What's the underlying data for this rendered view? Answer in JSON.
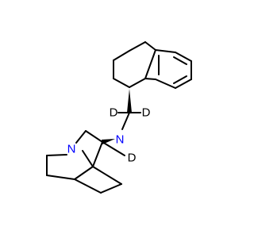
{
  "molecule": {
    "atoms": {
      "amine_nitrogen": "N",
      "bridgehead_nitrogen": "N",
      "deuterium_a": "D",
      "deuterium_b": "D",
      "deuterium_c": "D"
    },
    "colors": {
      "bond": "#000000",
      "nitrogen": "#0000ff",
      "deuterium": "#000000",
      "background": "#ffffff"
    }
  }
}
